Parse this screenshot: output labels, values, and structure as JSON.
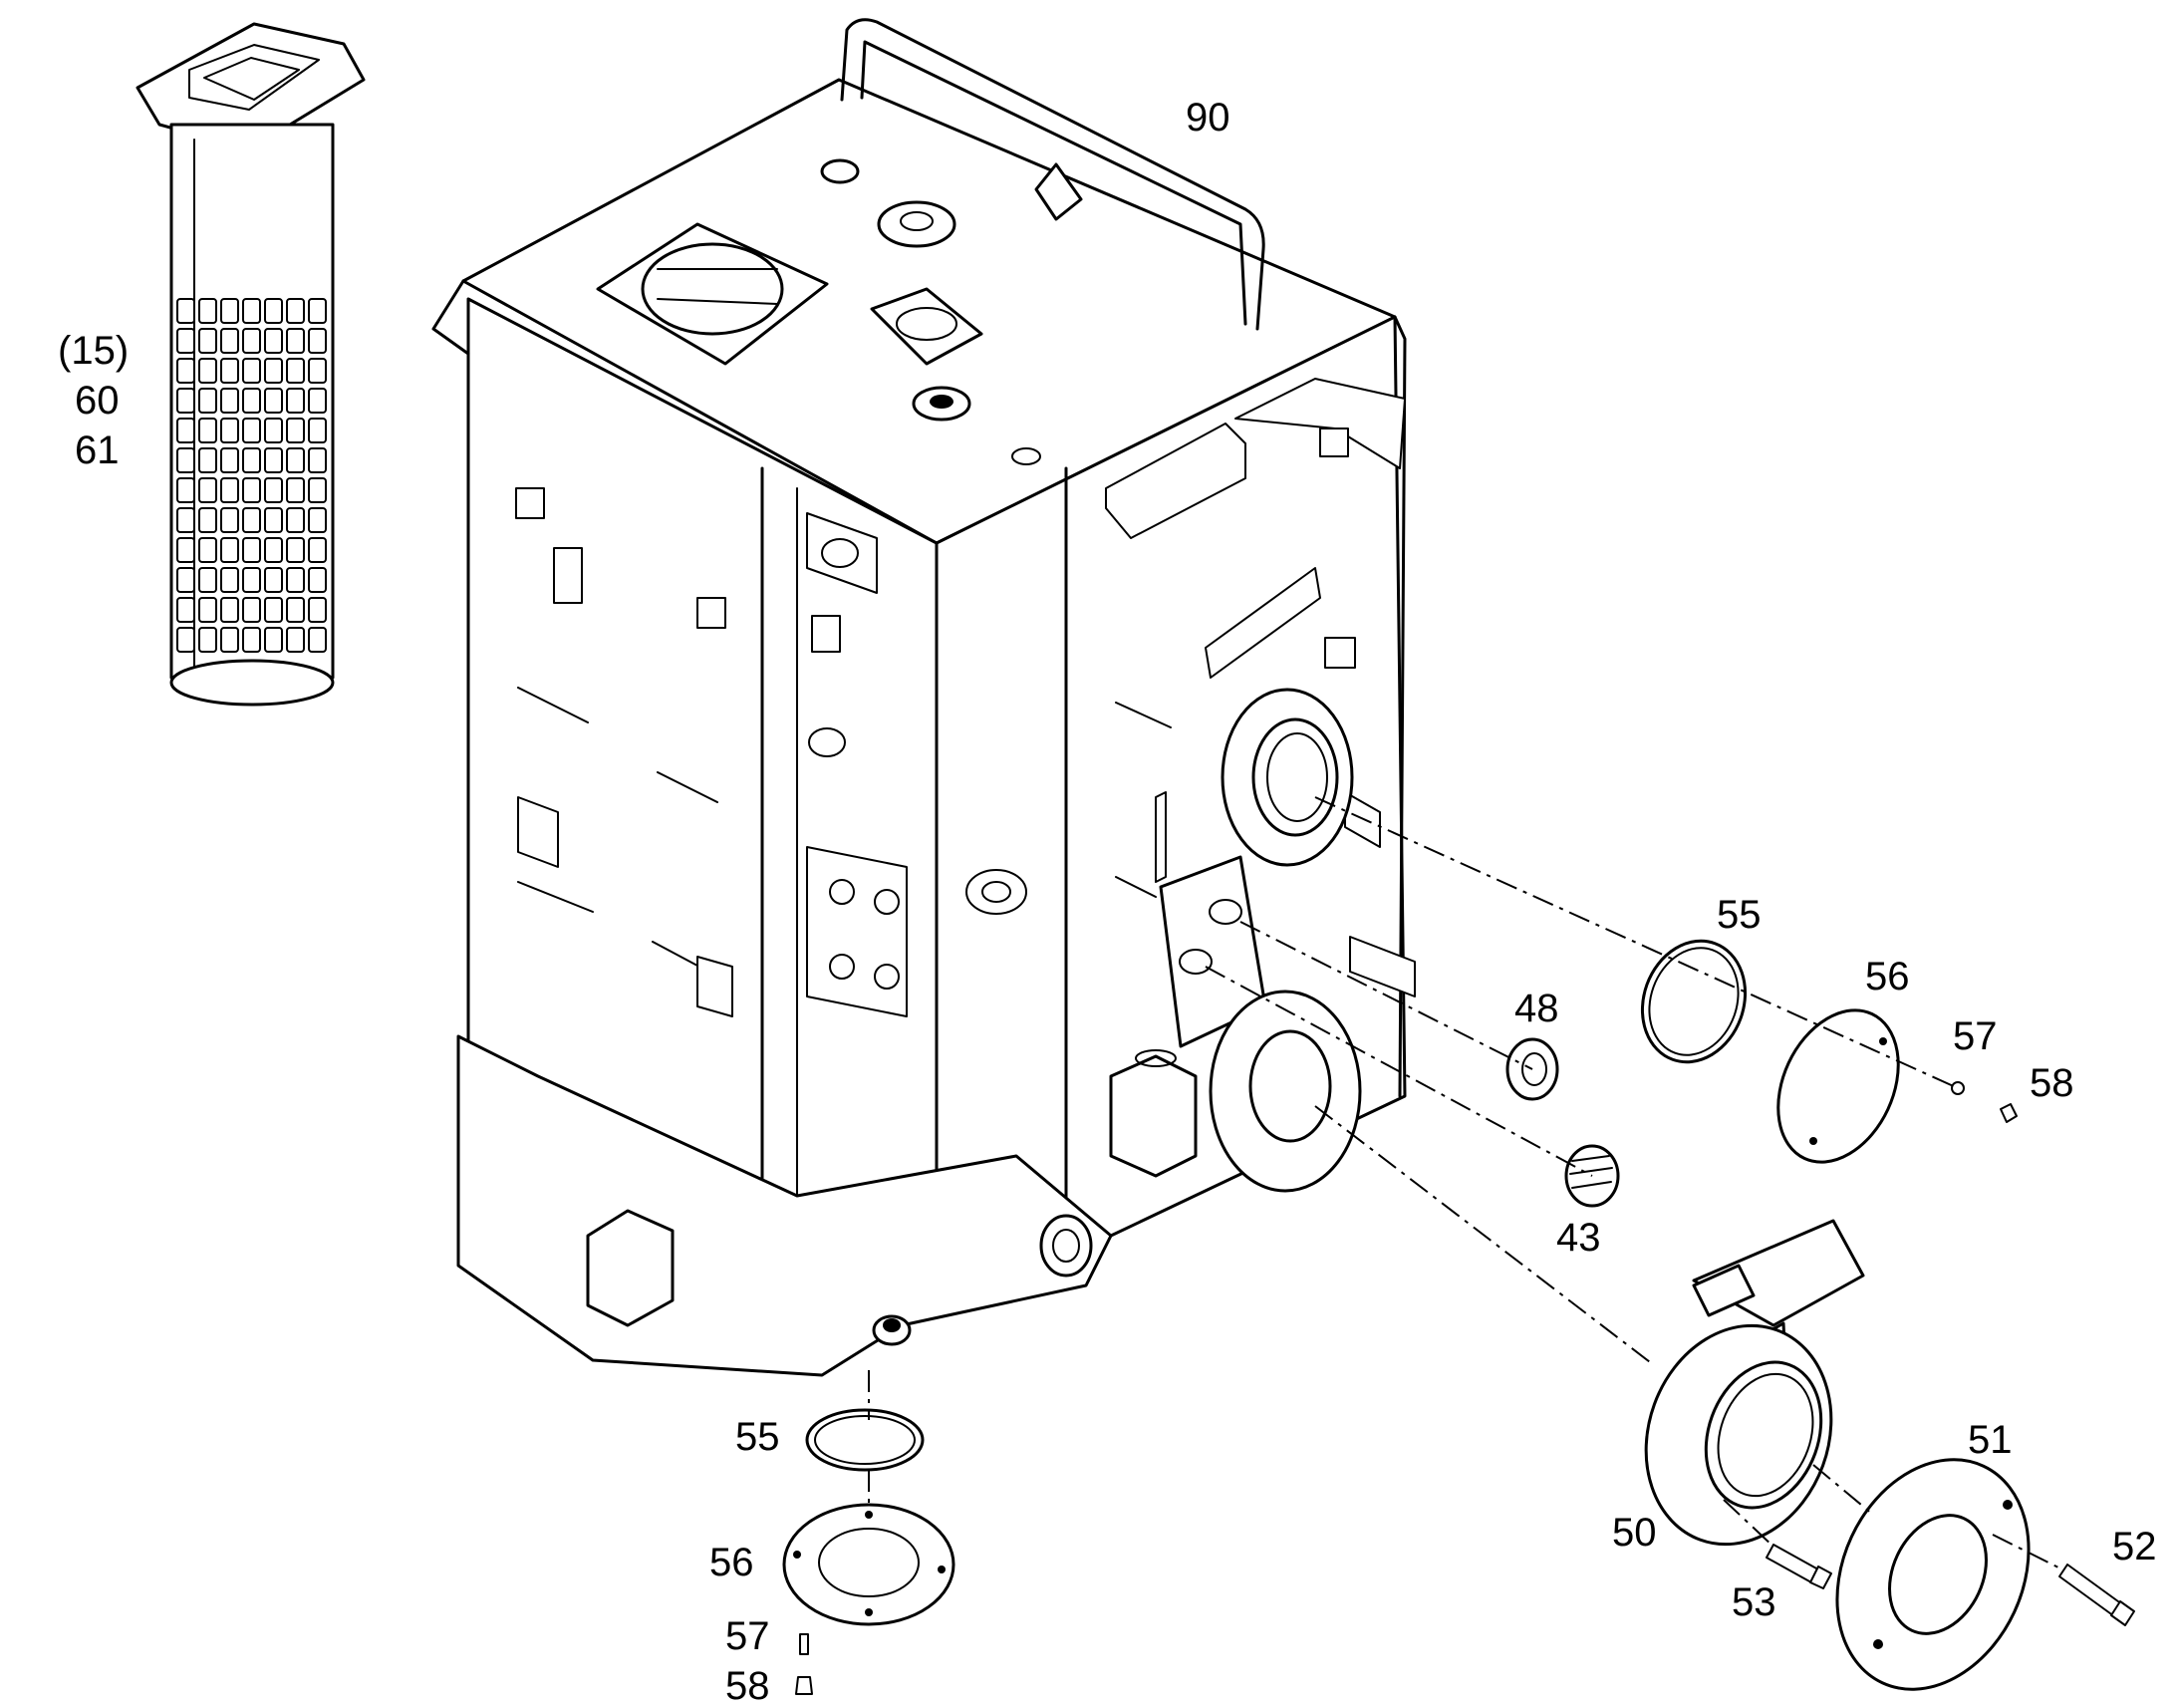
{
  "callouts": [
    {
      "id": "c90",
      "text": "90"
    },
    {
      "id": "c15",
      "text": "(15)"
    },
    {
      "id": "c60",
      "text": "60"
    },
    {
      "id": "c61",
      "text": "61"
    },
    {
      "id": "c55a",
      "text": "55"
    },
    {
      "id": "c56a",
      "text": "56"
    },
    {
      "id": "c57a",
      "text": "57"
    },
    {
      "id": "c58a",
      "text": "58"
    },
    {
      "id": "c48",
      "text": "48"
    },
    {
      "id": "c43",
      "text": "43"
    },
    {
      "id": "c51",
      "text": "51"
    },
    {
      "id": "c50",
      "text": "50"
    },
    {
      "id": "c52",
      "text": "52"
    },
    {
      "id": "c53",
      "text": "53"
    },
    {
      "id": "c55b",
      "text": "55"
    },
    {
      "id": "c56b",
      "text": "56"
    },
    {
      "id": "c57b",
      "text": "57"
    },
    {
      "id": "c58b",
      "text": "58"
    }
  ]
}
